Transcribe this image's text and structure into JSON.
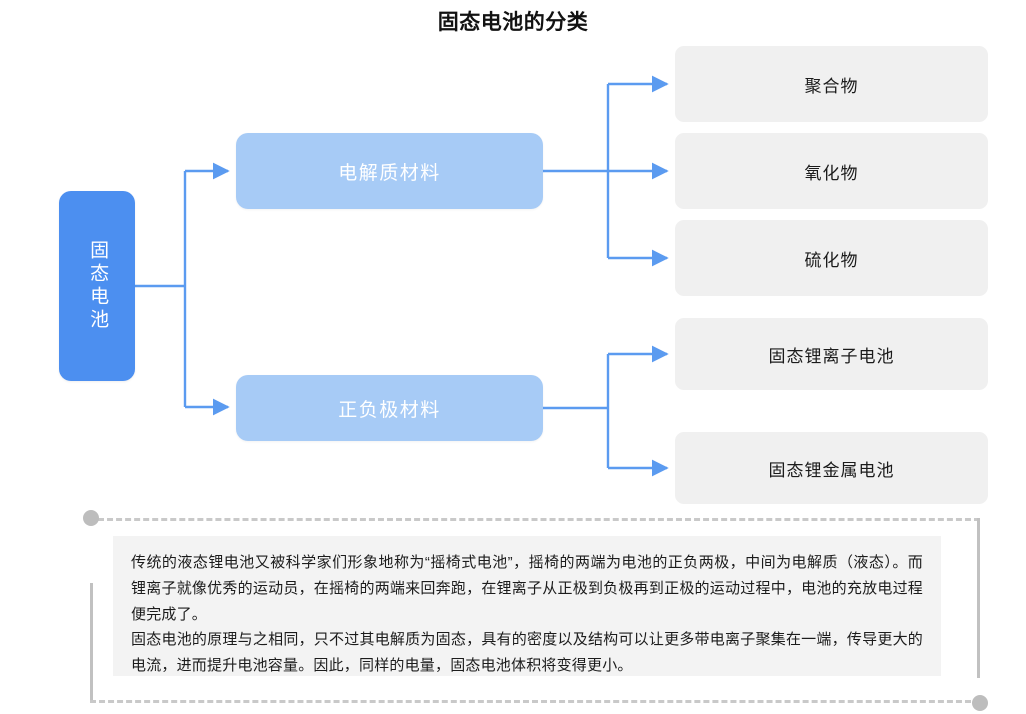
{
  "page": {
    "title": "固态电池的分类",
    "background": "#ffffff"
  },
  "colors": {
    "root_node": "#4c8ff0",
    "branch_node": "#a7cbf6",
    "leaf_node": "#f0f0f0",
    "connector": "#5b9bf0",
    "frame_border": "#c1c1c1",
    "frame_dot": "#bdbdbd",
    "note_panel": "#f3f3f3",
    "title_text": "#121212"
  },
  "diagram": {
    "type": "tree",
    "root": {
      "label": "固态电池",
      "orientation": "vertical-text"
    },
    "branches": [
      {
        "label": "电解质材料",
        "children": [
          {
            "label": "聚合物"
          },
          {
            "label": "氧化物"
          },
          {
            "label": "硫化物"
          }
        ]
      },
      {
        "label": "正负极材料",
        "children": [
          {
            "label": "固态锂离子电池"
          },
          {
            "label": "固态锂金属电池"
          }
        ]
      }
    ]
  },
  "note": {
    "paragraphs": [
      "传统的液态锂电池又被科学家们形象地称为“摇椅式电池”，摇椅的两端为电池的正负两极，中间为电解质（液态）。而锂离子就像优秀的运动员，在摇椅的两端来回奔跑，在锂离子从正极到负极再到正极的运动过程中，电池的充放电过程便完成了。",
      "固态电池的原理与之相同，只不过其电解质为固态，具有的密度以及结构可以让更多带电离子聚集在一端，传导更大的电流，进而提升电池容量。因此，同样的电量，固态电池体积将变得更小。"
    ]
  }
}
